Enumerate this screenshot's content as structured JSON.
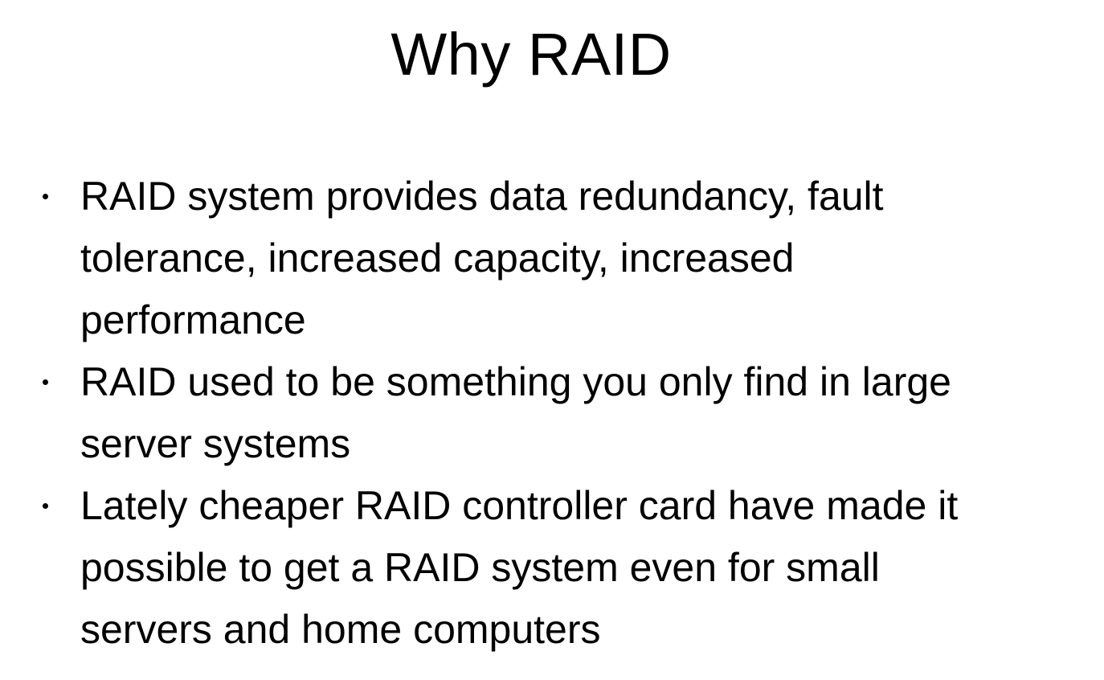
{
  "slide": {
    "title": "Why RAID",
    "bullets": [
      {
        "text": "RAID system provides data redundancy, fault tolerance, increased capacity, increased performance"
      },
      {
        "text": "RAID used to be something you only find in large server systems"
      },
      {
        "text": "Lately cheaper RAID controller card have made it possible to get a RAID system even for small servers and home computers"
      }
    ]
  },
  "colors": {
    "background": "#ffffff",
    "text": "#000000"
  }
}
